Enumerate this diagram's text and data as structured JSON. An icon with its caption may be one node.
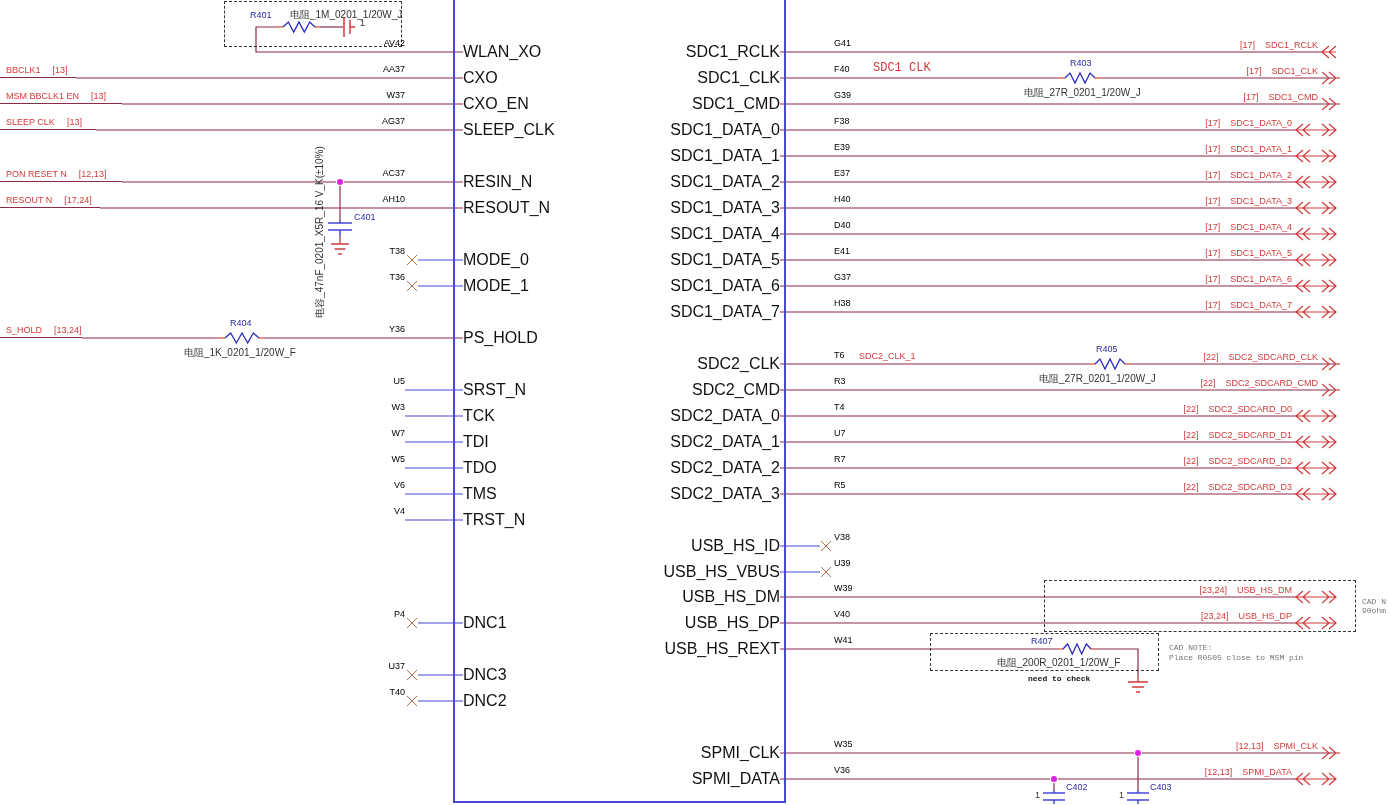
{
  "diagram": {
    "nodes": [
      {
        "text": [],
        "shape": "box"
      },
      {
        "text": [
          "WLAN_XO"
        ],
        "in": 0
      },
      {
        "text": [
          "CXO"
        ],
        "in": 0
      },
      {
        "text": [
          "CXO_EN"
        ],
        "in": 0
      },
      {
        "text": [
          "SLEEP_CLK"
        ],
        "in": 0
      },
      {
        "text": [
          "RESIN_N"
        ],
        "in": 0
      },
      {
        "text": [
          "RESOUT_N"
        ],
        "in": 0
      },
      {
        "text": [
          "MODE_0"
        ],
        "in": 0
      },
      {
        "text": [
          "MODE_1"
        ],
        "in": 0
      },
      {
        "text": [
          "PS_HOLD"
        ],
        "in": 0
      },
      {
        "text": [
          "SRST_N"
        ],
        "in": 0
      },
      {
        "text": [
          "TCK"
        ],
        "in": 0
      },
      {
        "text": [
          "TDI"
        ],
        "in": 0
      },
      {
        "text": [
          "TDO"
        ],
        "in": 0
      },
      {
        "text": [
          "TMS"
        ],
        "in": 0
      },
      {
        "text": [
          "TRST_N"
        ],
        "in": 0
      },
      {
        "text": [
          "DNC1"
        ],
        "in": 0
      },
      {
        "text": [
          "DNC3"
        ],
        "in": 0
      },
      {
        "text": [
          "DNC2"
        ],
        "in": 0
      },
      {
        "text": [
          "SDC1_RCLK"
        ],
        "in": 0
      },
      {
        "text": [
          "SDC1_CLK"
        ],
        "in": 0
      },
      {
        "text": [
          "SDC1_CMD"
        ],
        "in": 0
      },
      {
        "text": [
          "SDC1_DATA_0"
        ],
        "in": 0
      },
      {
        "text": [
          "SDC1_DATA_1"
        ],
        "in": 0
      },
      {
        "text": [
          "SDC1_DATA_2"
        ],
        "in": 0
      },
      {
        "text": [
          "SDC1_DATA_3"
        ],
        "in": 0
      },
      {
        "text": [
          "SDC1_DATA_4"
        ],
        "in": 0
      },
      {
        "text": [
          "SDC1_DATA_5"
        ],
        "in": 0
      },
      {
        "text": [
          "SDC1_DATA_6"
        ],
        "in": 0
      },
      {
        "text": [
          "SDC1_DATA_7"
        ],
        "in": 0
      },
      {
        "text": [
          "SDC2_CLK"
        ],
        "in": 0
      },
      {
        "text": [
          "SDC2_CMD"
        ],
        "in": 0
      },
      {
        "text": [
          "SDC2_DATA_0"
        ],
        "in": 0
      },
      {
        "text": [
          "SDC2_DATA_1"
        ],
        "in": 0
      },
      {
        "text": [
          "SDC2_DATA_2"
        ],
        "in": 0
      },
      {
        "text": [
          "SDC2_DATA_3"
        ],
        "in": 0
      },
      {
        "text": [
          "USB_HS_ID"
        ],
        "in": 0
      },
      {
        "text": [
          "USB_HS_VBUS"
        ],
        "in": 0
      },
      {
        "text": [
          "USB_HS_DM"
        ],
        "in": 0
      },
      {
        "text": [
          "USB_HS_DP"
        ],
        "in": 0
      },
      {
        "text": [
          "USB_HS_REXT"
        ],
        "in": 0
      },
      {
        "text": [
          "SPMI_CLK"
        ],
        "in": 0
      },
      {
        "text": [
          "SPMI_DATA"
        ],
        "in": 0
      },
      {
        "text": [
          "BBCLK1",
          "[13]"
        ]
      },
      {
        "text": [
          "MSM BBCLK1 EN",
          "[13]"
        ]
      },
      {
        "text": [
          "SLEEP CLK",
          "[13]"
        ]
      },
      {
        "text": [
          "PON RESET N",
          "[12,13]"
        ]
      },
      {
        "text": [
          "RESOUT N",
          "[17,24]"
        ]
      },
      {
        "text": [
          "S_HOLD",
          "[13,24]"
        ]
      },
      {
        "text": [],
        "shape": "input",
        "beside": [
          "[17]",
          "SDC1_RCLK"
        ]
      },
      {
        "text": [],
        "shape": "output",
        "beside": [
          "[17]",
          "SDC1_CLK"
        ]
      },
      {
        "text": [],
        "shape": "output",
        "beside": [
          "[17]",
          "SDC1_CMD"
        ]
      },
      {
        "text": [],
        "shape": "bidirectional",
        "beside": [
          "[17]",
          "SDC1_DATA_0"
        ]
      },
      {
        "text": [],
        "shape": "bidirectional",
        "beside": [
          "[17]",
          "SDC1_DATA_1"
        ]
      },
      {
        "text": [],
        "shape": "bidirectional",
        "beside": [
          "[17]",
          "SDC1_DATA_2"
        ]
      },
      {
        "text": [],
        "shape": "bidirectional",
        "beside": [
          "[17]",
          "SDC1_DATA_3"
        ]
      },
      {
        "text": [],
        "shape": "bidirectional",
        "beside": [
          "[17]",
          "SDC1_DATA_4"
        ]
      },
      {
        "text": [],
        "shape": "bidirectional",
        "beside": [
          "[17]",
          "SDC1_DATA_5"
        ]
      },
      {
        "text": [],
        "shape": "bidirectional",
        "beside": [
          "[17]",
          "SDC1_DATA_6"
        ]
      },
      {
        "text": [],
        "shape": "bidirectional",
        "beside": [
          "[17]",
          "SDC1_DATA_7"
        ]
      },
      {
        "text": [],
        "shape": "output",
        "beside": [
          "[22]",
          "SDC2_SDCARD_CLK"
        ]
      },
      {
        "text": [],
        "shape": "output",
        "beside": [
          "[22]",
          "SDC2_SDCARD_CMD"
        ]
      },
      {
        "text": [],
        "shape": "bidirectional",
        "beside": [
          "[22]",
          "SDC2_SDCARD_D0"
        ]
      },
      {
        "text": [],
        "shape": "bidirectional",
        "beside": [
          "[22]",
          "SDC2_SDCARD_D1"
        ]
      },
      {
        "text": [],
        "shape": "bidirectional",
        "beside": [
          "[22]",
          "SDC2_SDCARD_D2"
        ]
      },
      {
        "text": [],
        "shape": "bidirectional",
        "beside": [
          "[22]",
          "SDC2_SDCARD_D3"
        ]
      },
      {
        "text": [],
        "shape": "bidirectional",
        "in": 79,
        "beside": [
          "[23,24]",
          "USB_HS_DM"
        ]
      },
      {
        "text": [],
        "shape": "bidirectional",
        "in": 79,
        "beside": [
          "[23,24]",
          "USB_HS_DP"
        ]
      },
      {
        "text": [],
        "shape": "output",
        "beside": [
          "[12,13]",
          "SPMI_CLK"
        ]
      },
      {
        "text": [],
        "shape": "bidirectional",
        "beside": [
          "[12,13]",
          "SPMI_DATA"
        ]
      },
      {
        "text": [],
        "shape": "box"
      },
      {
        "text": [],
        "shape": "resistor",
        "in": 70,
        "beside": [
          "R401",
          "电阻_1M_0201_1/20W_J"
        ]
      },
      {
        "text": [],
        "shape": "capacitor",
        "in": 70,
        "beside": [
          "1"
        ]
      },
      {
        "text": [],
        "shape": "resistor",
        "beside": [
          "R404",
          "电阻_1K_0201_1/20W_F"
        ]
      },
      {
        "text": [],
        "shape": "dot"
      },
      {
        "text": [],
        "shape": "capacitor",
        "beside": [
          "C401",
          "电容_47nF_0201_X5R_16 V_K(±10%)"
        ]
      },
      {
        "text": [],
        "shape": "ground"
      },
      {
        "text": [],
        "shape": "resistor",
        "beside": [
          "R403",
          "电阻_27R_0201_1/20W_J"
        ]
      },
      {
        "text": [],
        "shape": "resistor",
        "beside": [
          "R405",
          "电阻_27R_0201_1/20W_J"
        ]
      },
      {
        "text": [],
        "shape": "box"
      },
      {
        "text": [],
        "shape": "box"
      },
      {
        "text": [],
        "shape": "resistor",
        "in": 80,
        "beside": [
          "R407",
          "电阻_200R_0201_1/20W_F"
        ]
      },
      {
        "text": [],
        "shape": "ground"
      },
      {
        "text": [],
        "shape": "dot"
      },
      {
        "text": [],
        "shape": "capacitor",
        "beside": [
          "C403",
          "1"
        ]
      },
      {
        "text": [],
        "shape": "dot"
      },
      {
        "text": [],
        "shape": "capacitor",
        "beside": [
          "C402",
          "1"
        ]
      },
      {
        "text": [],
        "shape": "cross"
      },
      {
        "text": [],
        "shape": "cross"
      },
      {
        "text": [],
        "shape": "cross"
      },
      {
        "text": [],
        "shape": "cross"
      },
      {
        "text": [],
        "shape": "cross"
      },
      {
        "text": [],
        "shape": "cross"
      },
      {
        "text": [],
        "shape": "cross"
      },
      {
        "text": [
          "U5"
        ]
      },
      {
        "text": [
          "W3"
        ]
      },
      {
        "text": [
          "W7"
        ]
      },
      {
        "text": [
          "W5"
        ]
      },
      {
        "text": [
          "V6"
        ]
      },
      {
        "text": [
          "V4"
        ]
      }
    ],
    "edges": [
      {
        "from": 1,
        "to": 71,
        "arrow": "none"
      },
      {
        "from": 71,
        "to": 72,
        "arrow": "none"
      },
      {
        "from": 43,
        "to": 2,
        "arrow": "none"
      },
      {
        "from": 44,
        "to": 3,
        "arrow": "none"
      },
      {
        "from": 45,
        "to": 4,
        "arrow": "none"
      },
      {
        "from": 46,
        "to": 74,
        "arrow": "none"
      },
      {
        "from": 74,
        "to": 5,
        "arrow": "none"
      },
      {
        "from": 74,
        "to": 75,
        "arrow": "none"
      },
      {
        "from": 75,
        "to": 76,
        "arrow": "none"
      },
      {
        "from": 47,
        "to": 6,
        "arrow": "none"
      },
      {
        "from": 48,
        "to": 73,
        "arrow": "none"
      },
      {
        "from": 73,
        "to": 9,
        "arrow": "none"
      },
      {
        "from": 19,
        "to": 49,
        "arrow": "none"
      },
      {
        "from": 20,
        "to": 77,
        "arrow": "none",
        "label": "SDC1 CLK"
      },
      {
        "from": 77,
        "to": 50,
        "arrow": "to"
      },
      {
        "from": 21,
        "to": 51,
        "arrow": "to"
      },
      {
        "from": 22,
        "to": 52,
        "arrow": "none"
      },
      {
        "from": 23,
        "to": 53,
        "arrow": "none"
      },
      {
        "from": 24,
        "to": 54,
        "arrow": "none"
      },
      {
        "from": 25,
        "to": 55,
        "arrow": "none"
      },
      {
        "from": 26,
        "to": 56,
        "arrow": "none"
      },
      {
        "from": 27,
        "to": 57,
        "arrow": "none"
      },
      {
        "from": 28,
        "to": 58,
        "arrow": "none"
      },
      {
        "from": 29,
        "to": 59,
        "arrow": "none"
      },
      {
        "from": 30,
        "to": 78,
        "arrow": "none",
        "label": "SDC2_CLK_1"
      },
      {
        "from": 78,
        "to": 60,
        "arrow": "to"
      },
      {
        "from": 31,
        "to": 61,
        "arrow": "to"
      },
      {
        "from": 32,
        "to": 62,
        "arrow": "none"
      },
      {
        "from": 33,
        "to": 63,
        "arrow": "none"
      },
      {
        "from": 34,
        "to": 64,
        "arrow": "none"
      },
      {
        "from": 35,
        "to": 65,
        "arrow": "none"
      },
      {
        "from": 38,
        "to": 66,
        "arrow": "none"
      },
      {
        "from": 39,
        "to": 67,
        "arrow": "none"
      },
      {
        "from": 40,
        "to": 81,
        "arrow": "none"
      },
      {
        "from": 81,
        "to": 82,
        "arrow": "none"
      },
      {
        "from": 41,
        "to": 83,
        "arrow": "none"
      },
      {
        "from": 83,
        "to": 68,
        "arrow": "to"
      },
      {
        "from": 83,
        "to": 84,
        "arrow": "none"
      },
      {
        "from": 42,
        "to": 85,
        "arrow": "none"
      },
      {
        "from": 85,
        "to": 69,
        "arrow": "none"
      },
      {
        "from": 85,
        "to": 86,
        "arrow": "none"
      },
      {
        "from": 7,
        "to": 87,
        "arrow": "none",
        "color": "#4646d8"
      },
      {
        "from": 8,
        "to": 88,
        "arrow": "none",
        "color": "#4646d8"
      },
      {
        "from": 16,
        "to": 89,
        "arrow": "none",
        "color": "#4646d8"
      },
      {
        "from": 17,
        "to": 90,
        "arrow": "none",
        "color": "#4646d8"
      },
      {
        "from": 18,
        "to": 91,
        "arrow": "none",
        "color": "#4646d8"
      },
      {
        "from": 36,
        "to": 92,
        "arrow": "none",
        "color": "#4646d8"
      },
      {
        "from": 37,
        "to": 93,
        "arrow": "none",
        "color": "#4646d8"
      },
      {
        "from": 10,
        "to": 94,
        "arrow": "none",
        "color": "#4646d8"
      },
      {
        "from": 11,
        "to": 95,
        "arrow": "none",
        "color": "#4646d8"
      },
      {
        "from": 12,
        "to": 96,
        "arrow": "none",
        "color": "#4646d8"
      },
      {
        "from": 13,
        "to": 97,
        "arrow": "none",
        "color": "#4646d8"
      },
      {
        "from": 14,
        "to": 98,
        "arrow": "none",
        "color": "#4646d8"
      },
      {
        "from": 15,
        "to": 99,
        "arrow": "none",
        "color": "#4646d8"
      }
    ],
    "labels": [
      "AV42",
      "AA37",
      "W37",
      "AG37",
      "AC37",
      "AH10",
      "T38",
      "T36",
      "Y36",
      "P4",
      "U37",
      "T40",
      "G41",
      "F40",
      "G39",
      "F38",
      "E39",
      "E37",
      "H40",
      "D40",
      "E41",
      "G37",
      "H38",
      "T6",
      "R3",
      "T4",
      "U7",
      "R7",
      "R5",
      "V38",
      "U39",
      "W39",
      "V40",
      "W41",
      "W35",
      "V36",
      "need to check",
      "CAD NOTE:",
      "Place R0505 close to MSM pin",
      "CAD N",
      "90ohm"
    ]
  }
}
